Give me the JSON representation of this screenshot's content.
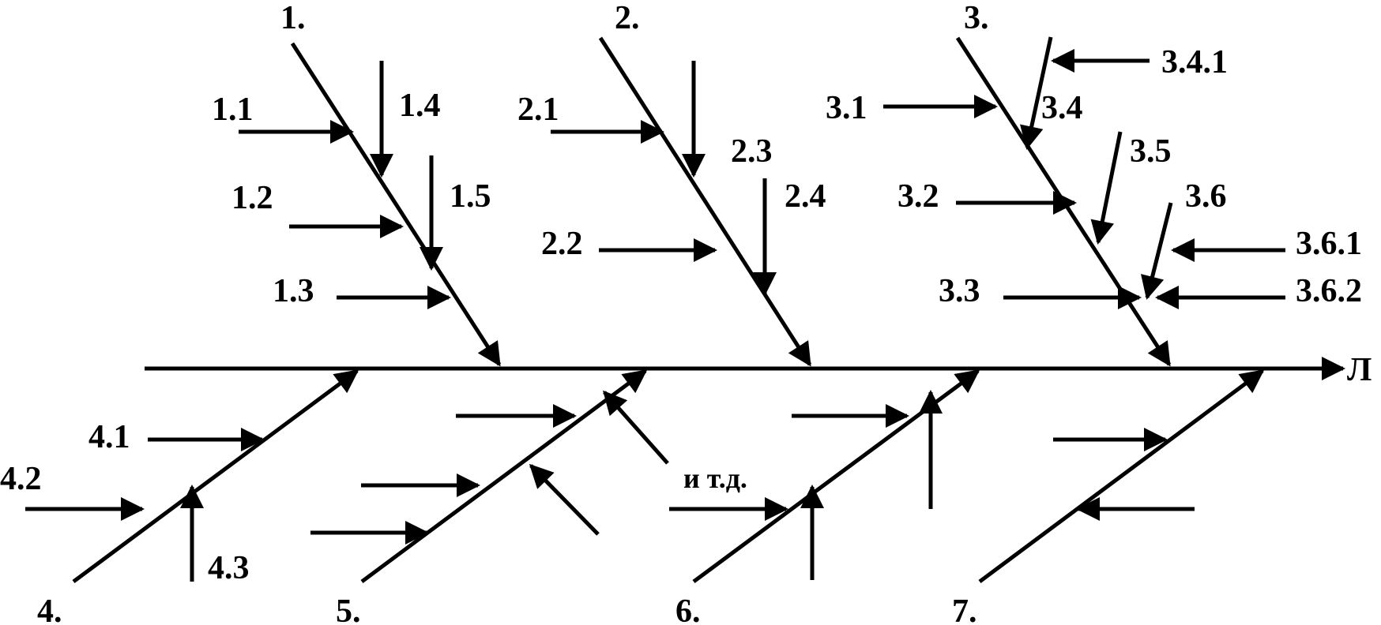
{
  "effect_label": "Л",
  "etc_label": "и т.д.",
  "causes": {
    "c1": {
      "label": "1.",
      "subs": [
        "1.1",
        "1.2",
        "1.3",
        "1.4",
        "1.5"
      ]
    },
    "c2": {
      "label": "2.",
      "subs": [
        "2.1",
        "2.2",
        "2.3",
        "2.4"
      ]
    },
    "c3": {
      "label": "3.",
      "subs": [
        "3.1",
        "3.2",
        "3.3",
        "3.4",
        "3.4.1",
        "3.5",
        "3.6",
        "3.6.1",
        "3.6.2"
      ]
    },
    "c4": {
      "label": "4.",
      "subs": [
        "4.1",
        "4.2",
        "4.3"
      ]
    },
    "c5": {
      "label": "5."
    },
    "c6": {
      "label": "6."
    },
    "c7": {
      "label": "7."
    }
  }
}
